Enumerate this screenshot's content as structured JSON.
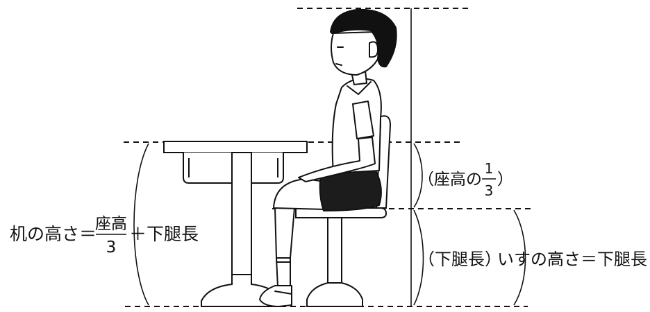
{
  "labels": {
    "desk_height": {
      "prefix": "机の高さ＝",
      "frac_num": "座高",
      "frac_den": "3",
      "suffix": "＋下腿長"
    },
    "upper_note": {
      "open": "（座高の",
      "frac_num": "1",
      "frac_den": "3",
      "close": "）"
    },
    "lower_leg": "（下腿長）",
    "chair_height": "いすの高さ＝下腿長"
  },
  "colors": {
    "ink": "#111111",
    "shorts": "#1c1c1c",
    "paper": "#ffffff"
  }
}
